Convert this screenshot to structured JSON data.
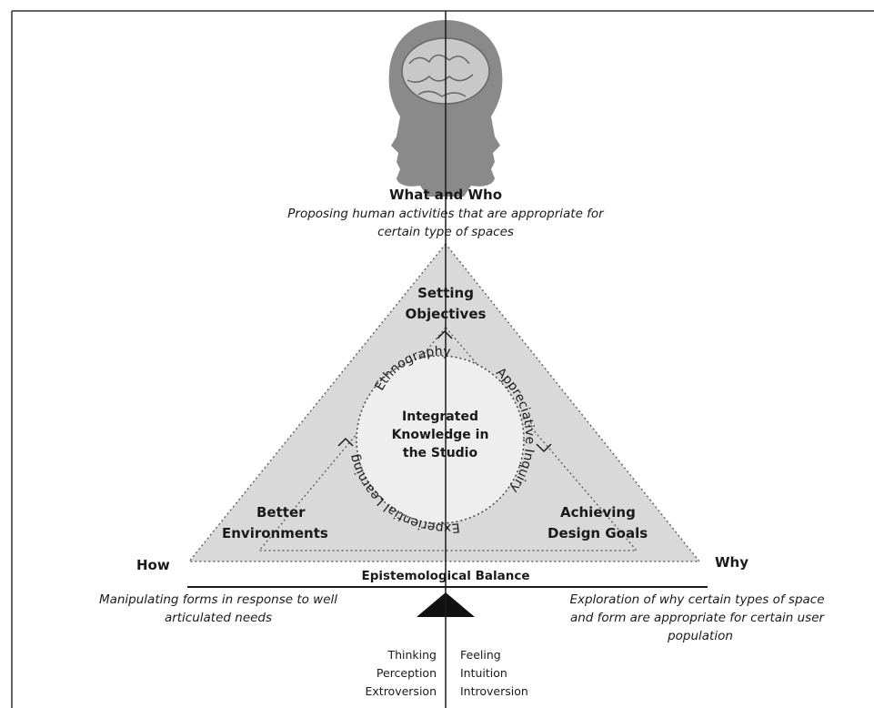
{
  "top": {
    "title": "What and Who",
    "subtitle_line1": "Proposing human activities that are appropriate for",
    "subtitle_line2": "certain type of spaces"
  },
  "triangle": {
    "apex_line1": "Setting",
    "apex_line2": "Objectives",
    "left_line1": "Better",
    "left_line2": "Environments",
    "right_line1": "Achieving",
    "right_line2": "Design Goals"
  },
  "circle": {
    "center_line1": "Integrated",
    "center_line2": "Knowledge in",
    "center_line3": "the Studio",
    "arc_top": "Ethnography",
    "arc_right": "Appreciative Inquiry",
    "arc_left": "Experiential Learning"
  },
  "balance": {
    "how": "How",
    "why": "Why",
    "title": "Epistemological Balance",
    "left_line1": "Manipulating forms in response to well",
    "left_line2": "articulated needs",
    "right_line1": "Exploration of why certain types of space",
    "right_line2": "and form are appropriate for certain user",
    "right_line3": "population"
  },
  "traits": {
    "left": [
      "Thinking",
      "Perception",
      "Extroversion"
    ],
    "right": [
      "Feeling",
      "Intuition",
      "Introversion"
    ]
  },
  "colors": {
    "triangle_fill": "#d9d9d9",
    "circle_fill": "#eeeeee",
    "head_fill": "#8a8a8a",
    "line": "#1a1a1a"
  }
}
